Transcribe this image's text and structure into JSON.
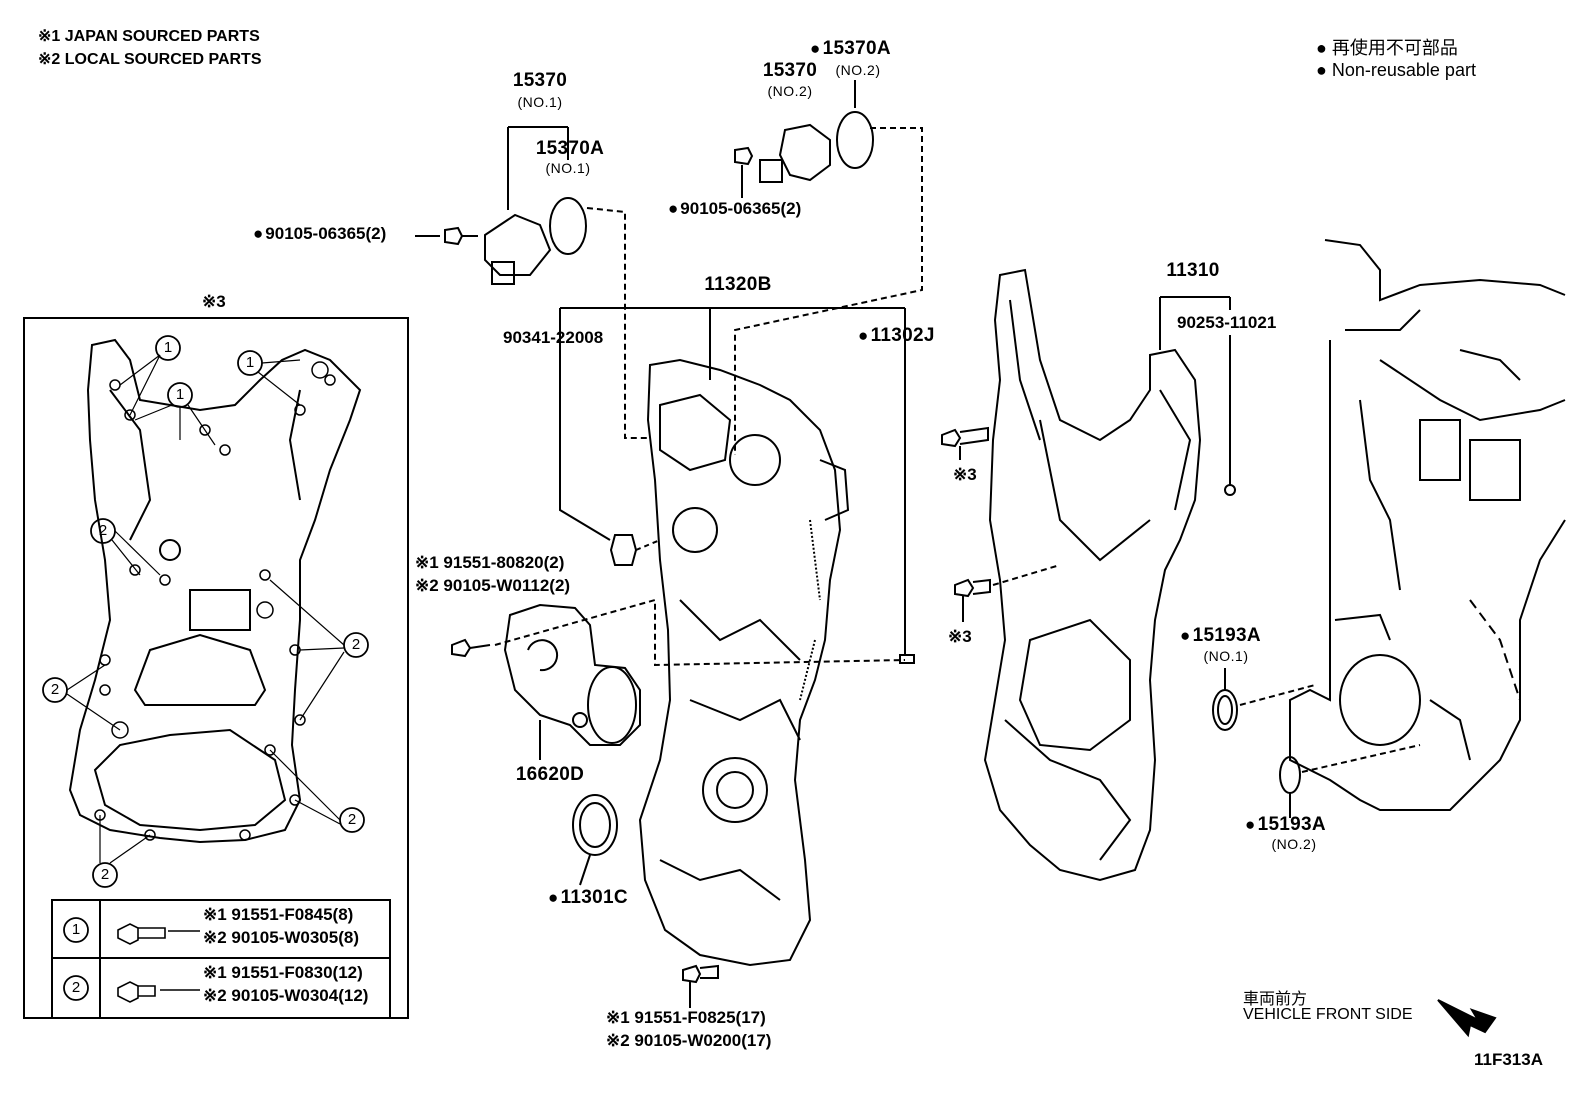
{
  "notes": {
    "japan": "※1 JAPAN SOURCED PARTS",
    "local": "※2 LOCAL SOURCED PARTS"
  },
  "legend": {
    "jp": "● 再使用不可部品",
    "en": "● Non-reusable part"
  },
  "parts": {
    "p15370_no1": "15370",
    "p15370_no1_sub": "(NO.1)",
    "p15370A_no1": "15370A",
    "p15370A_no1_sub": "(NO.1)",
    "p15370_no2": "15370",
    "p15370_no2_sub": "(NO.2)",
    "p15370A_no2": "15370A",
    "p15370A_no2_sub": "(NO.2)",
    "bolt_left": "90105-06365(2)",
    "bolt_top": "90105-06365(2)",
    "p11320B": "11320B",
    "p90341": "90341-22008",
    "p11302J": "11302J",
    "p11310": "11310",
    "p90253": "90253-11021",
    "ref3_a": "※3",
    "ref3_b": "※3",
    "ref3_box": "※3",
    "tensioner_bolt_1": "※1 91551-80820(2)",
    "tensioner_bolt_2": "※2 90105-W0112(2)",
    "p16620D": "16620D",
    "p11301C": "11301C",
    "p15193A_no1": "15193A",
    "p15193A_no1_sub": "(NO.1)",
    "p15193A_no2": "15193A",
    "p15193A_no2_sub": "(NO.2)",
    "bottom_bolt_1": "※1 91551-F0825(17)",
    "bottom_bolt_2": "※2 90105-W0200(17)",
    "front_jp": "車両前方",
    "front_en": "VEHICLE FRONT SIDE",
    "fig_id": "11F313A"
  },
  "bolt_table": {
    "row1_key": "1",
    "row1_a": "※1 91551-F0845(8)",
    "row1_b": "※2 90105-W0305(8)",
    "row2_key": "2",
    "row2_a": "※1 91551-F0830(12)",
    "row2_b": "※2 90105-W0304(12)"
  },
  "callouts": {
    "one": "1",
    "two": "2"
  }
}
